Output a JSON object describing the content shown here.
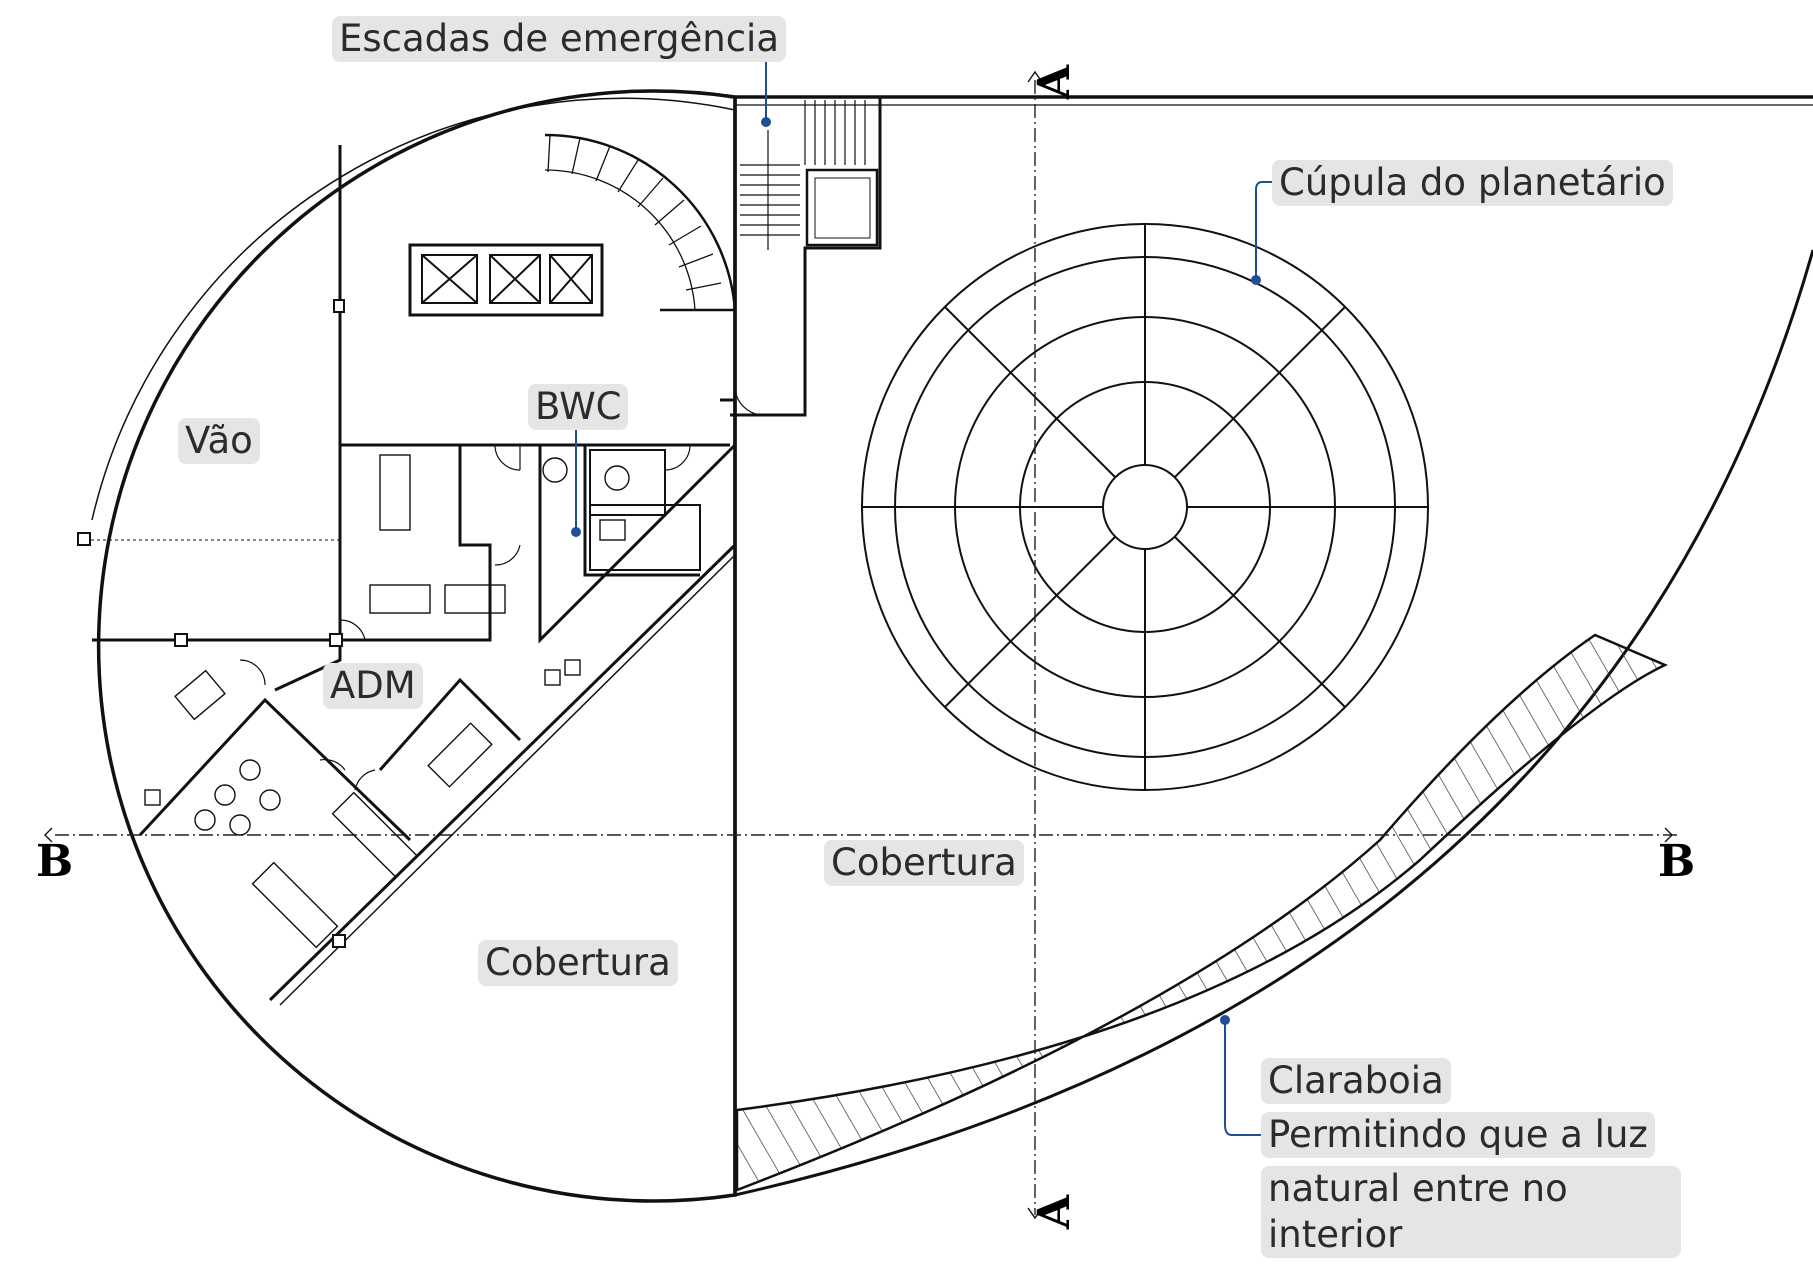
{
  "labels": {
    "stairs": "Escadas de emergência",
    "dome": "Cúpula do planetário",
    "vao": "Vão",
    "bwc": "BWC",
    "adm": "ADM",
    "cobertura_center": "Cobertura",
    "cobertura_left": "Cobertura",
    "claraboia_title": "Claraboia",
    "claraboia_line1": "Permitindo que a luz",
    "claraboia_line2": "natural entre no interior"
  },
  "section_marks": {
    "a_top": "A",
    "a_bottom": "A",
    "b_left": "B",
    "b_right": "B"
  },
  "colors": {
    "line": "#111111",
    "leader": "#1f4e96",
    "label_bg": "#e5e5e5"
  }
}
